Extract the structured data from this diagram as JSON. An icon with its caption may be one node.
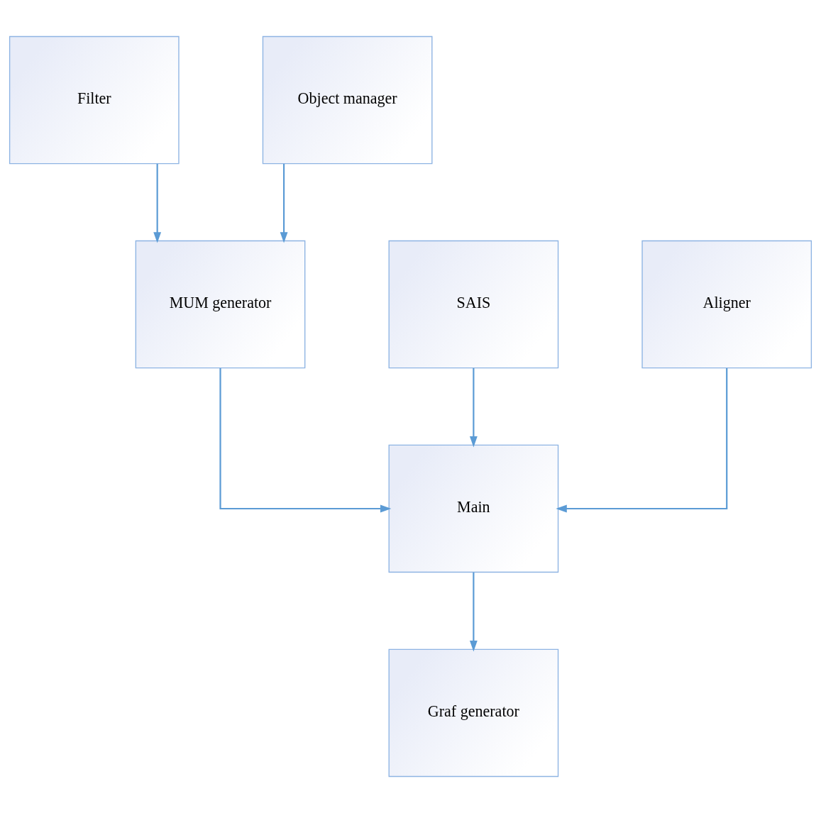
{
  "diagram": {
    "nodes": [
      {
        "text": [
          "Filter"
        ]
      },
      {
        "text": [
          "Object manager"
        ]
      },
      {
        "text": [
          "SAIS"
        ]
      },
      {
        "text": [
          "MUM generator"
        ]
      },
      {
        "text": [
          "Aligner"
        ]
      },
      {
        "text": [
          "Main"
        ]
      },
      {
        "text": [
          "Graf generator"
        ]
      }
    ],
    "edges": [
      {
        "from": 0,
        "to": 3,
        "arrow": "to"
      },
      {
        "from": 1,
        "to": 3,
        "arrow": "to"
      },
      {
        "from": 3,
        "to": 5,
        "arrow": "to"
      },
      {
        "from": 2,
        "to": 5,
        "arrow": "to"
      },
      {
        "from": 4,
        "to": 5,
        "arrow": "to"
      },
      {
        "from": 5,
        "to": 6,
        "arrow": "to"
      }
    ]
  }
}
